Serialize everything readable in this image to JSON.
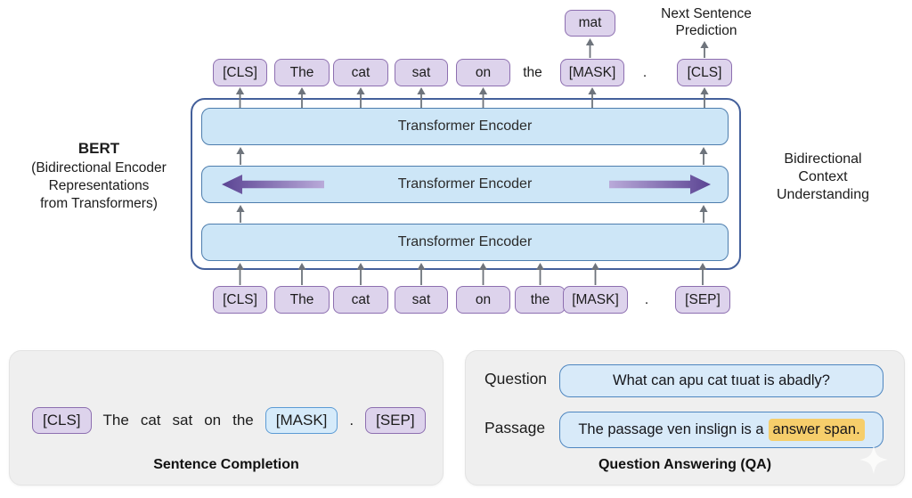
{
  "diagram": {
    "bert_label": {
      "title": "BERT",
      "subtitle_lines": [
        "(Bidirectional Encoder",
        "Representations",
        "from Transformers)"
      ]
    },
    "right_label_lines": [
      "Bidirectional",
      "Context",
      "Understanding"
    ],
    "next_sentence_prediction_lines": [
      "Next Sentence",
      "Prediction"
    ],
    "mat_output": "mat",
    "encoder_labels": [
      "Transformer Encoder",
      "Transformer Encoder",
      "Transformer Encoder"
    ],
    "top_row": [
      "[CLS]",
      "The",
      "cat",
      "sat",
      "on",
      "the",
      "[MASK]",
      ".",
      "[CLS]"
    ],
    "bottom_row": [
      "[CLS]",
      "The",
      "cat",
      "sat",
      "on",
      "the",
      "[MASK]",
      ".",
      "[SEP]"
    ]
  },
  "panels": {
    "sentence_completion": {
      "tokens": [
        "[CLS]",
        "The",
        "cat",
        "sat",
        "on",
        "the",
        "[MASK]",
        ".",
        "[SEP]"
      ],
      "caption": "Sentence Completion"
    },
    "qa": {
      "question_label": "Question",
      "question_text": "What can apu cat tıuat is abadly?",
      "passage_label": "Passage",
      "passage_text": "The passage ven inslign is a",
      "answer_span": "answer span.",
      "caption": "Question Answering (QA)"
    }
  },
  "colors": {
    "token_fill": "#ddd3ec",
    "token_border": "#8d6fb0",
    "encoder_fill": "#cde6f7",
    "encoder_border": "#4d7dad",
    "container_border": "#44609b",
    "arrow_gray": "#6e747c",
    "purple_dark": "#5b4493",
    "purple_light": "#b9aad9",
    "panel_fill": "#efefef",
    "blue_box_fill": "#d8eaf9",
    "blue_box_border": "#4e86c0",
    "highlight_yellow": "#f6ce6b",
    "mask_blue_fill": "#d6ebfa",
    "mask_blue_border": "#5b9bd5"
  }
}
